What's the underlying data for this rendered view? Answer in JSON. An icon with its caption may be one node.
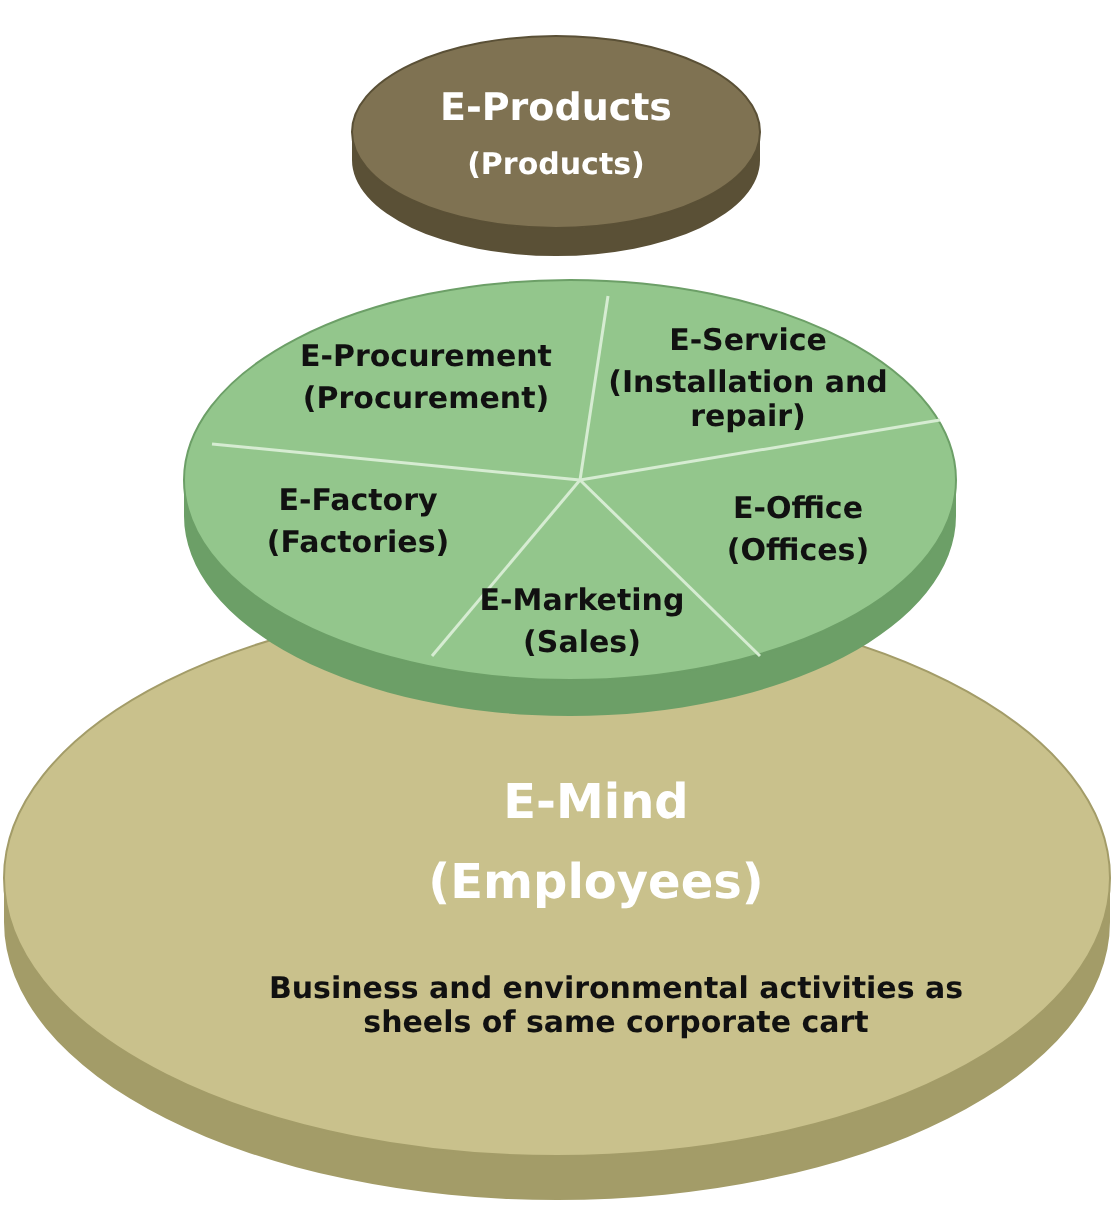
{
  "diagram": {
    "nodes": [
      {
        "text": [
          "E-Products",
          "(Products)"
        ]
      },
      {
        "text": [],
        "shape": "circle"
      },
      {
        "text": [
          "E-Procurement",
          "(Procurement)"
        ],
        "in": 1
      },
      {
        "text": [
          "E-Service",
          "(Installation and repair)"
        ],
        "in": 1
      },
      {
        "text": [
          "E-Factory",
          "(Factories)"
        ],
        "in": 1
      },
      {
        "text": [
          "E-Office",
          "(Offices)"
        ],
        "in": 1
      },
      {
        "text": [
          "E-Marketing",
          "(Sales)"
        ],
        "in": 1
      },
      {
        "text": [
          "E-Mind",
          "(Employees)",
          "Business and environmental activities as sheels of same corporate cart"
        ]
      }
    ],
    "edges": []
  }
}
